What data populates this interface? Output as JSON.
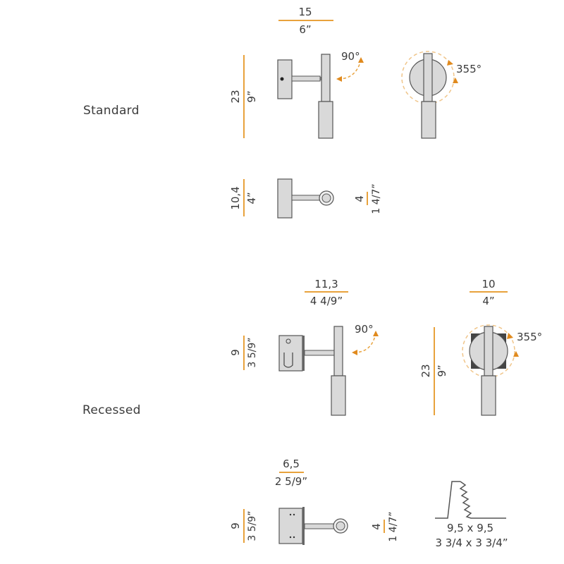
{
  "sections": [
    {
      "label": "Standard",
      "views": {
        "side": {
          "width_cm": "15",
          "width_in": "6”",
          "height_cm": "23",
          "height_in": "9”",
          "tilt": "90°"
        },
        "front": {
          "rotation": "355°"
        },
        "top": {
          "depth_cm": "10,4",
          "depth_in": "4”",
          "head_cm": "4",
          "head_in": "1 4/7”"
        }
      }
    },
    {
      "label": "Recessed",
      "views": {
        "side": {
          "width_cm": "11,3",
          "width_in": "4 4/9”",
          "box_cm": "9",
          "box_in": "3 5/9”",
          "tilt": "90°"
        },
        "front": {
          "width_cm": "10",
          "width_in": "4”",
          "height_cm": "23",
          "height_in": "9”",
          "rotation": "355°"
        },
        "top": {
          "depth_cm": "6,5",
          "depth_in": "2 5/9”",
          "box_cm": "9",
          "box_in": "3 5/9”",
          "head_cm": "4",
          "head_in": "1 4/7”"
        },
        "cutout": {
          "size_cm": "9,5 x 9,5",
          "size_in": "3 3/4 x 3 3/4”"
        }
      }
    }
  ],
  "colors": {
    "dimension_line": "#e8a23c",
    "fixture_fill": "#d9d9d9",
    "fixture_stroke": "#555555",
    "text": "#3a3a3a",
    "arrow": "#e08a1e"
  }
}
